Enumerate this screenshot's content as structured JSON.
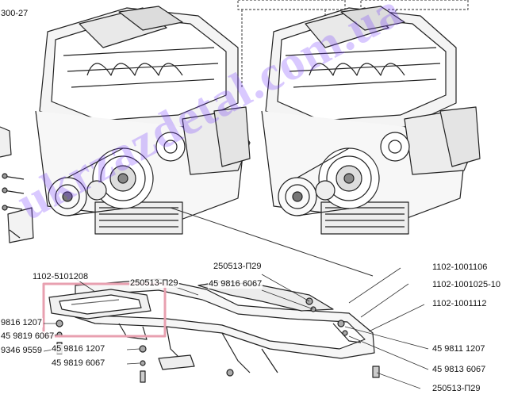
{
  "watermark": "ukrzazdetal.com.ua",
  "highlight_color": "#e8a0b0",
  "labels": {
    "top_left": "300-27",
    "p_5101208": "1102-5101208",
    "p_250513_a": "250513-П29",
    "p_250513_b": "250513-П29",
    "p_9816_6067_top": "45 9816 6067",
    "p_1001106": "1102-1001106",
    "p_1001025": "1102-1001025-10",
    "p_1001112": "1102-1001112",
    "p_9816_1207_left": "9816 1207",
    "p_9819_6067_left": "45 9819 6067",
    "p_9346_9559_left": "9346 9559",
    "p_9816_1207_bottom": "45 9816 1207",
    "p_9819_6067_bottom": "45 9819 6067",
    "p_9811_1207": "45 9811 1207",
    "p_9813_6067": "45 9813 6067",
    "p_250513_right": "250513-П29"
  }
}
